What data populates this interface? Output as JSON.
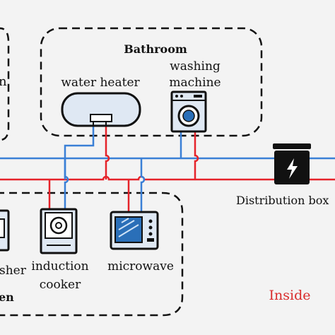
{
  "rooms": {
    "bathroom": {
      "title": "Bathroom"
    },
    "kitchen": {
      "title_fragment": "en"
    },
    "left_room": {
      "title_fragment": "n"
    }
  },
  "appliances": {
    "water_heater": {
      "label": "water heater"
    },
    "washing_machine": {
      "label_line1": "washing",
      "label_line2": "machine"
    },
    "induction_cooker": {
      "label_line1": "induction",
      "label_line2": "cooker"
    },
    "microwave": {
      "label": "microwave"
    },
    "dishwasher": {
      "label_fragment": "sher"
    }
  },
  "distribution_box": {
    "label": "Distribution box"
  },
  "area": {
    "label": "Inside"
  },
  "colors": {
    "live_wire": "#e5232a",
    "neutral_wire": "#3a7fd6",
    "outline": "#111111",
    "appliance_fill": "#dfe8f3",
    "screen": "#2a6fb8",
    "inside_label": "#d92b2b"
  }
}
